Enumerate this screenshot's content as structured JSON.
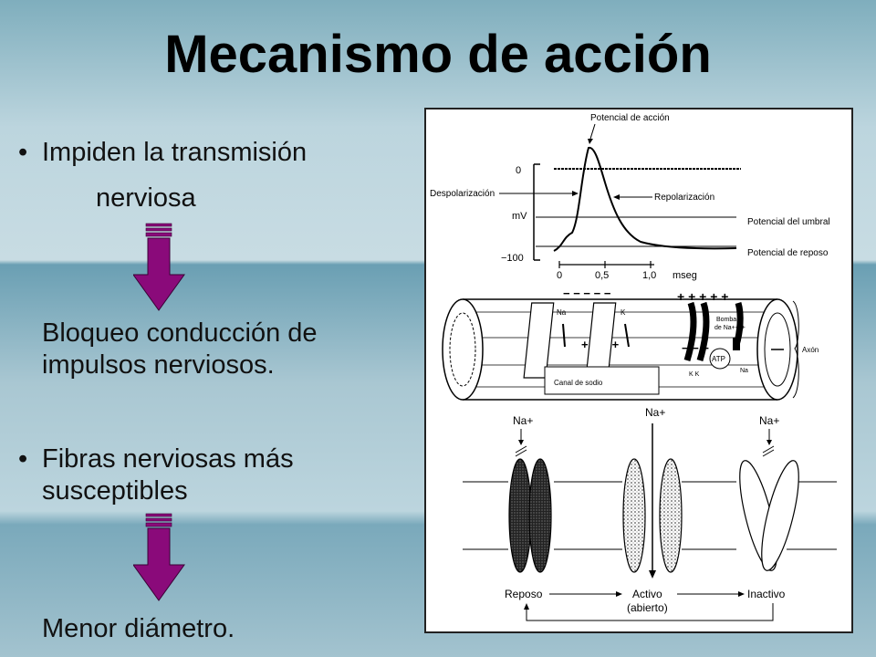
{
  "slide": {
    "title": "Mecanismo de acción",
    "bullet1_line1": "Impiden la transmisión",
    "bullet1_line2": "nerviosa",
    "result1_line1": "Bloqueo conducción de",
    "result1_line2": "impulsos nerviosos.",
    "bullet2_line1": "Fibras nerviosas más",
    "bullet2_line2": "susceptibles",
    "result2": "Menor diámetro."
  },
  "colors": {
    "arrow": "#8a0a7a",
    "arrow_outline": "#3a0035"
  },
  "figure": {
    "potential_label": "Potencial de acción",
    "depol_label": "Despolarización",
    "repol_label": "Repolarización",
    "threshold_label": "Potencial del umbral",
    "rest_label": "Potencial de reposo",
    "y_zero": "0",
    "y_unit": "mV",
    "y_min": "−100",
    "x_ticks": [
      "0",
      "0,5",
      "1,0"
    ],
    "x_unit": "mseg",
    "channel_na": "Na",
    "channel_k": "K",
    "pump_label_1": "Bomba",
    "pump_label_2": "de Na+-K+",
    "atp_label": "ATP",
    "kk_label": "K K",
    "na_small": "Na",
    "sodium_channel_label": "Canal de sodio",
    "axon_label": "Axón",
    "na_plus": "Na+",
    "state_rest": "Reposo",
    "state_active_1": "Activo",
    "state_active_2": "(abierto)",
    "state_inactive": "Inactivo"
  }
}
